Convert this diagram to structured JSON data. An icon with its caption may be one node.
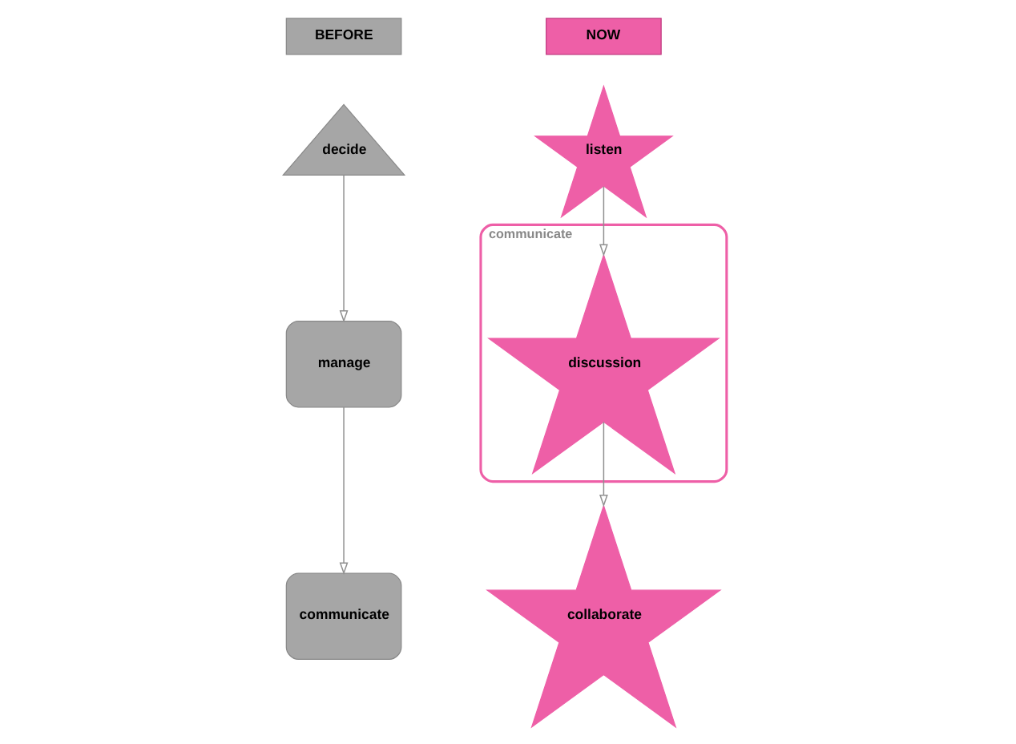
{
  "diagram": {
    "nodes": [
      {
        "text": [
          "BEFORE"
        ]
      },
      {
        "text": [
          "NOW"
        ]
      },
      {
        "text": [
          "decide"
        ]
      },
      {
        "text": [
          "manage"
        ]
      },
      {
        "text": [
          "communicate"
        ]
      },
      {
        "text": [
          "communicate"
        ]
      },
      {
        "text": [
          "listen"
        ]
      },
      {
        "text": [
          "discussion"
        ],
        "in": 5
      },
      {
        "text": [
          "collaborate"
        ]
      }
    ],
    "edges": [
      {
        "from": 2,
        "to": 3,
        "arrow": "to"
      },
      {
        "from": 3,
        "to": 4,
        "arrow": "to"
      },
      {
        "from": 6,
        "to": 7,
        "arrow": "to"
      },
      {
        "from": 7,
        "to": 8,
        "arrow": "to"
      }
    ]
  }
}
